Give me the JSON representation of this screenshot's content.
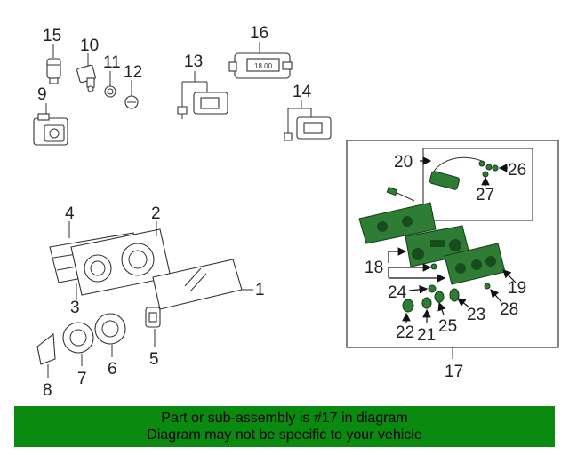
{
  "callouts": {
    "c1": "1",
    "c2": "2",
    "c3": "3",
    "c4": "4",
    "c5": "5",
    "c6": "6",
    "c7": "7",
    "c8": "8",
    "c9": "9",
    "c10": "10",
    "c11": "11",
    "c12": "12",
    "c13": "13",
    "c14": "14",
    "c15": "15",
    "c16": "16",
    "c17": "17",
    "c18": "18",
    "c19": "19",
    "c20": "20",
    "c21": "21",
    "c22": "22",
    "c23": "23",
    "c24": "24",
    "c25": "25",
    "c26": "26",
    "c27": "27",
    "c28": "28"
  },
  "display_text": "18.00",
  "banner": {
    "line1": "Part or sub-assembly is #17 in diagram",
    "line2": "Diagram may not be specific to your vehicle"
  },
  "colors": {
    "banner_bg": "#0a8a0f",
    "part_highlight": "#2f7d34"
  }
}
